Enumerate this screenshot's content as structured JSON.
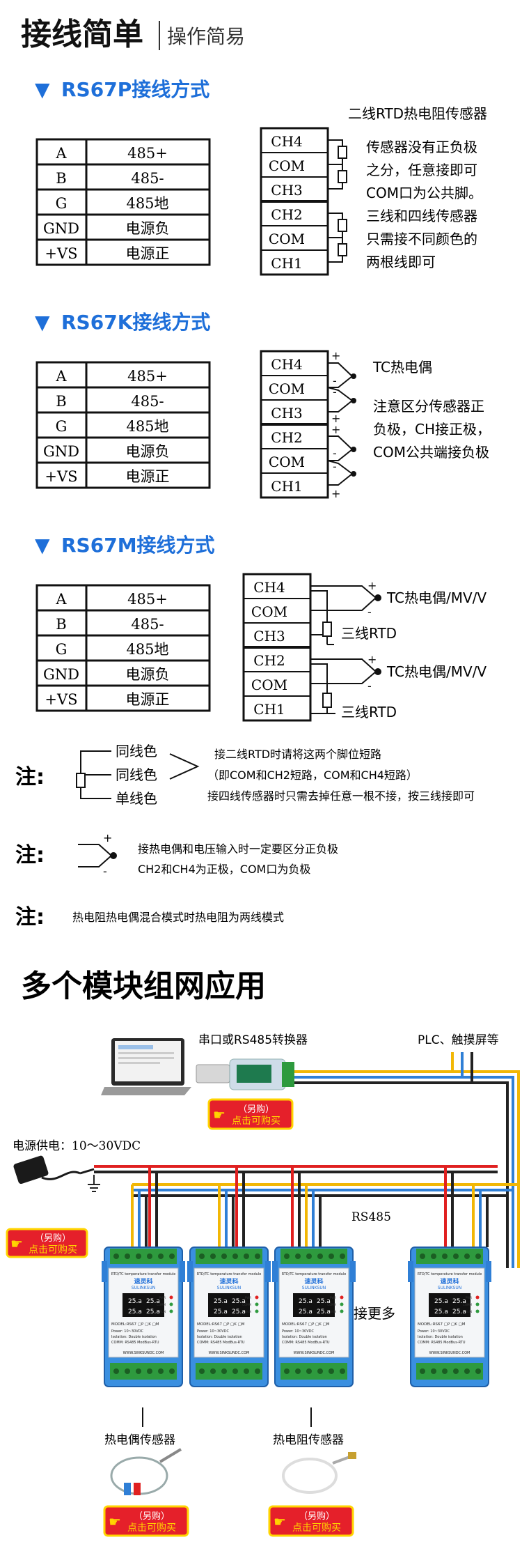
{
  "header": {
    "title": "接线简单",
    "subtitle": "操作简易"
  },
  "pin_table": {
    "rows": [
      {
        "pin": "A",
        "desc": "485+"
      },
      {
        "pin": "B",
        "desc": "485-"
      },
      {
        "pin": "G",
        "desc": "485地"
      },
      {
        "pin": "GND",
        "desc": "电源负"
      },
      {
        "pin": "+VS",
        "desc": "电源正"
      }
    ]
  },
  "terminals": [
    "CH4",
    "COM",
    "CH3",
    "CH2",
    "COM",
    "CH1"
  ],
  "sections": [
    {
      "title": "RS67P接线方式",
      "sensor_title": "二线RTD热电阻传感器",
      "notes": [
        "传感器没有正负极",
        "之分，任意接即可",
        "COM口为公共脚。",
        "三线和四线传感器",
        "只需接不同颜色的",
        "两根线即可"
      ]
    },
    {
      "title": "RS67K接线方式",
      "sensor_title": "TC热电偶",
      "notes": [
        "注意区分传感器正",
        "负极，CH接正极，",
        "COM公共端接负极"
      ]
    },
    {
      "title": "RS67M接线方式",
      "labels": [
        "TC热电偶/MV/V",
        "三线RTD",
        "TC热电偶/MV/V",
        "三线RTD"
      ]
    }
  ],
  "notes": {
    "marker": "注:",
    "note1": {
      "wire_labels": [
        "同线色",
        "同线色",
        "单线色"
      ],
      "lines": [
        "接二线RTD时请将这两个脚位短路",
        "（即COM和CH2短路，COM和CH4短路）",
        "接四线传感器时只需去掉任意一根不接，按三线接即可"
      ]
    },
    "note2": {
      "lines": [
        "接热电偶和电压输入时一定要区分正负极",
        "CH2和CH4为正极，COM口为负极"
      ]
    },
    "note3": {
      "text": "热电阻热电偶混合模式时热电阻为两线模式"
    }
  },
  "network": {
    "title": "多个模块组网应用",
    "converter_label": "串口或RS485转换器",
    "plc_label": "PLC、触摸屏等",
    "power_label": "电源供电：10～30VDC",
    "rs485_label": "RS485",
    "more_label": "接更多",
    "tc_sensor_label": "热电偶传感器",
    "rtd_sensor_label": "热电阻传感器",
    "buy": {
      "line1": "（另购）",
      "line2": "点击可购买"
    },
    "module": {
      "brand": "速灵科",
      "brand_en": "SULINKSUN",
      "title_line": "RTD/TC temperature transfer module",
      "model_line": "MODEL:RS67 ▢P ▢K ▢M",
      "spec_lines": [
        "Power: 10~30VDC",
        "Isolation: Double isolation",
        "COMM: RS485 ModBus-RTU"
      ],
      "website": "WWW.SINKSUNDC.COM",
      "readings": [
        "25.a",
        "25.a",
        "25.a",
        "25.a"
      ],
      "leds": [
        "PWR",
        "COMM",
        "RUN"
      ]
    }
  },
  "colors": {
    "accent_blue": "#1e6fd9",
    "wire_red": "#e02020",
    "wire_yellow": "#f2b705",
    "wire_blue": "#2f7fd6",
    "wire_black": "#222222",
    "module_blue": "#3a8fe0",
    "terminal_green": "#2e9a3e",
    "buy_red": "#e5202a",
    "buy_yellow": "#ffd400"
  }
}
